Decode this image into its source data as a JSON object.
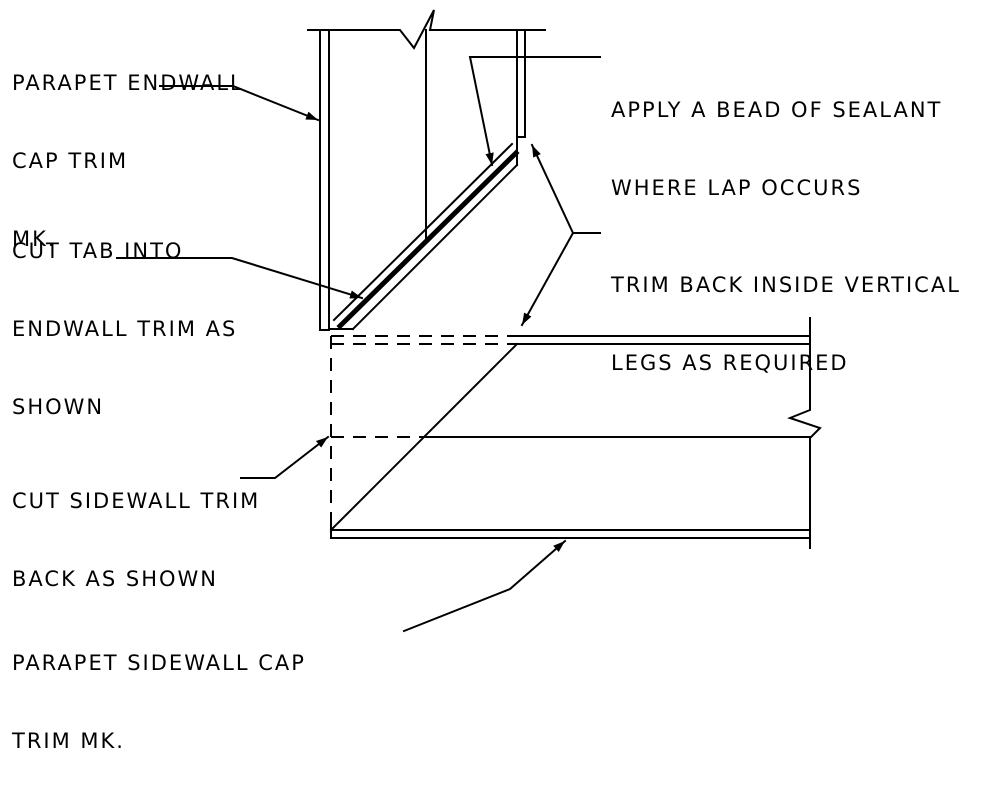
{
  "callouts": {
    "endwall_cap_trim": [
      "PARAPET ENDWALL",
      "CAP TRIM",
      "MK."
    ],
    "sealant": [
      "APPLY A BEAD OF SEALANT",
      "WHERE LAP OCCURS"
    ],
    "cut_tab": [
      "CUT TAB INTO",
      "ENDWALL TRIM AS",
      "SHOWN"
    ],
    "trim_back": [
      "TRIM BACK INSIDE VERTICAL",
      "LEGS AS REQUIRED"
    ],
    "cut_sidewall": [
      "CUT SIDEWALL TRIM",
      "BACK AS SHOWN"
    ],
    "sidewall_cap_trim": [
      "PARAPET SIDEWALL CAP",
      "TRIM MK."
    ]
  },
  "colors": {
    "line": "#000000",
    "background": "#ffffff"
  }
}
